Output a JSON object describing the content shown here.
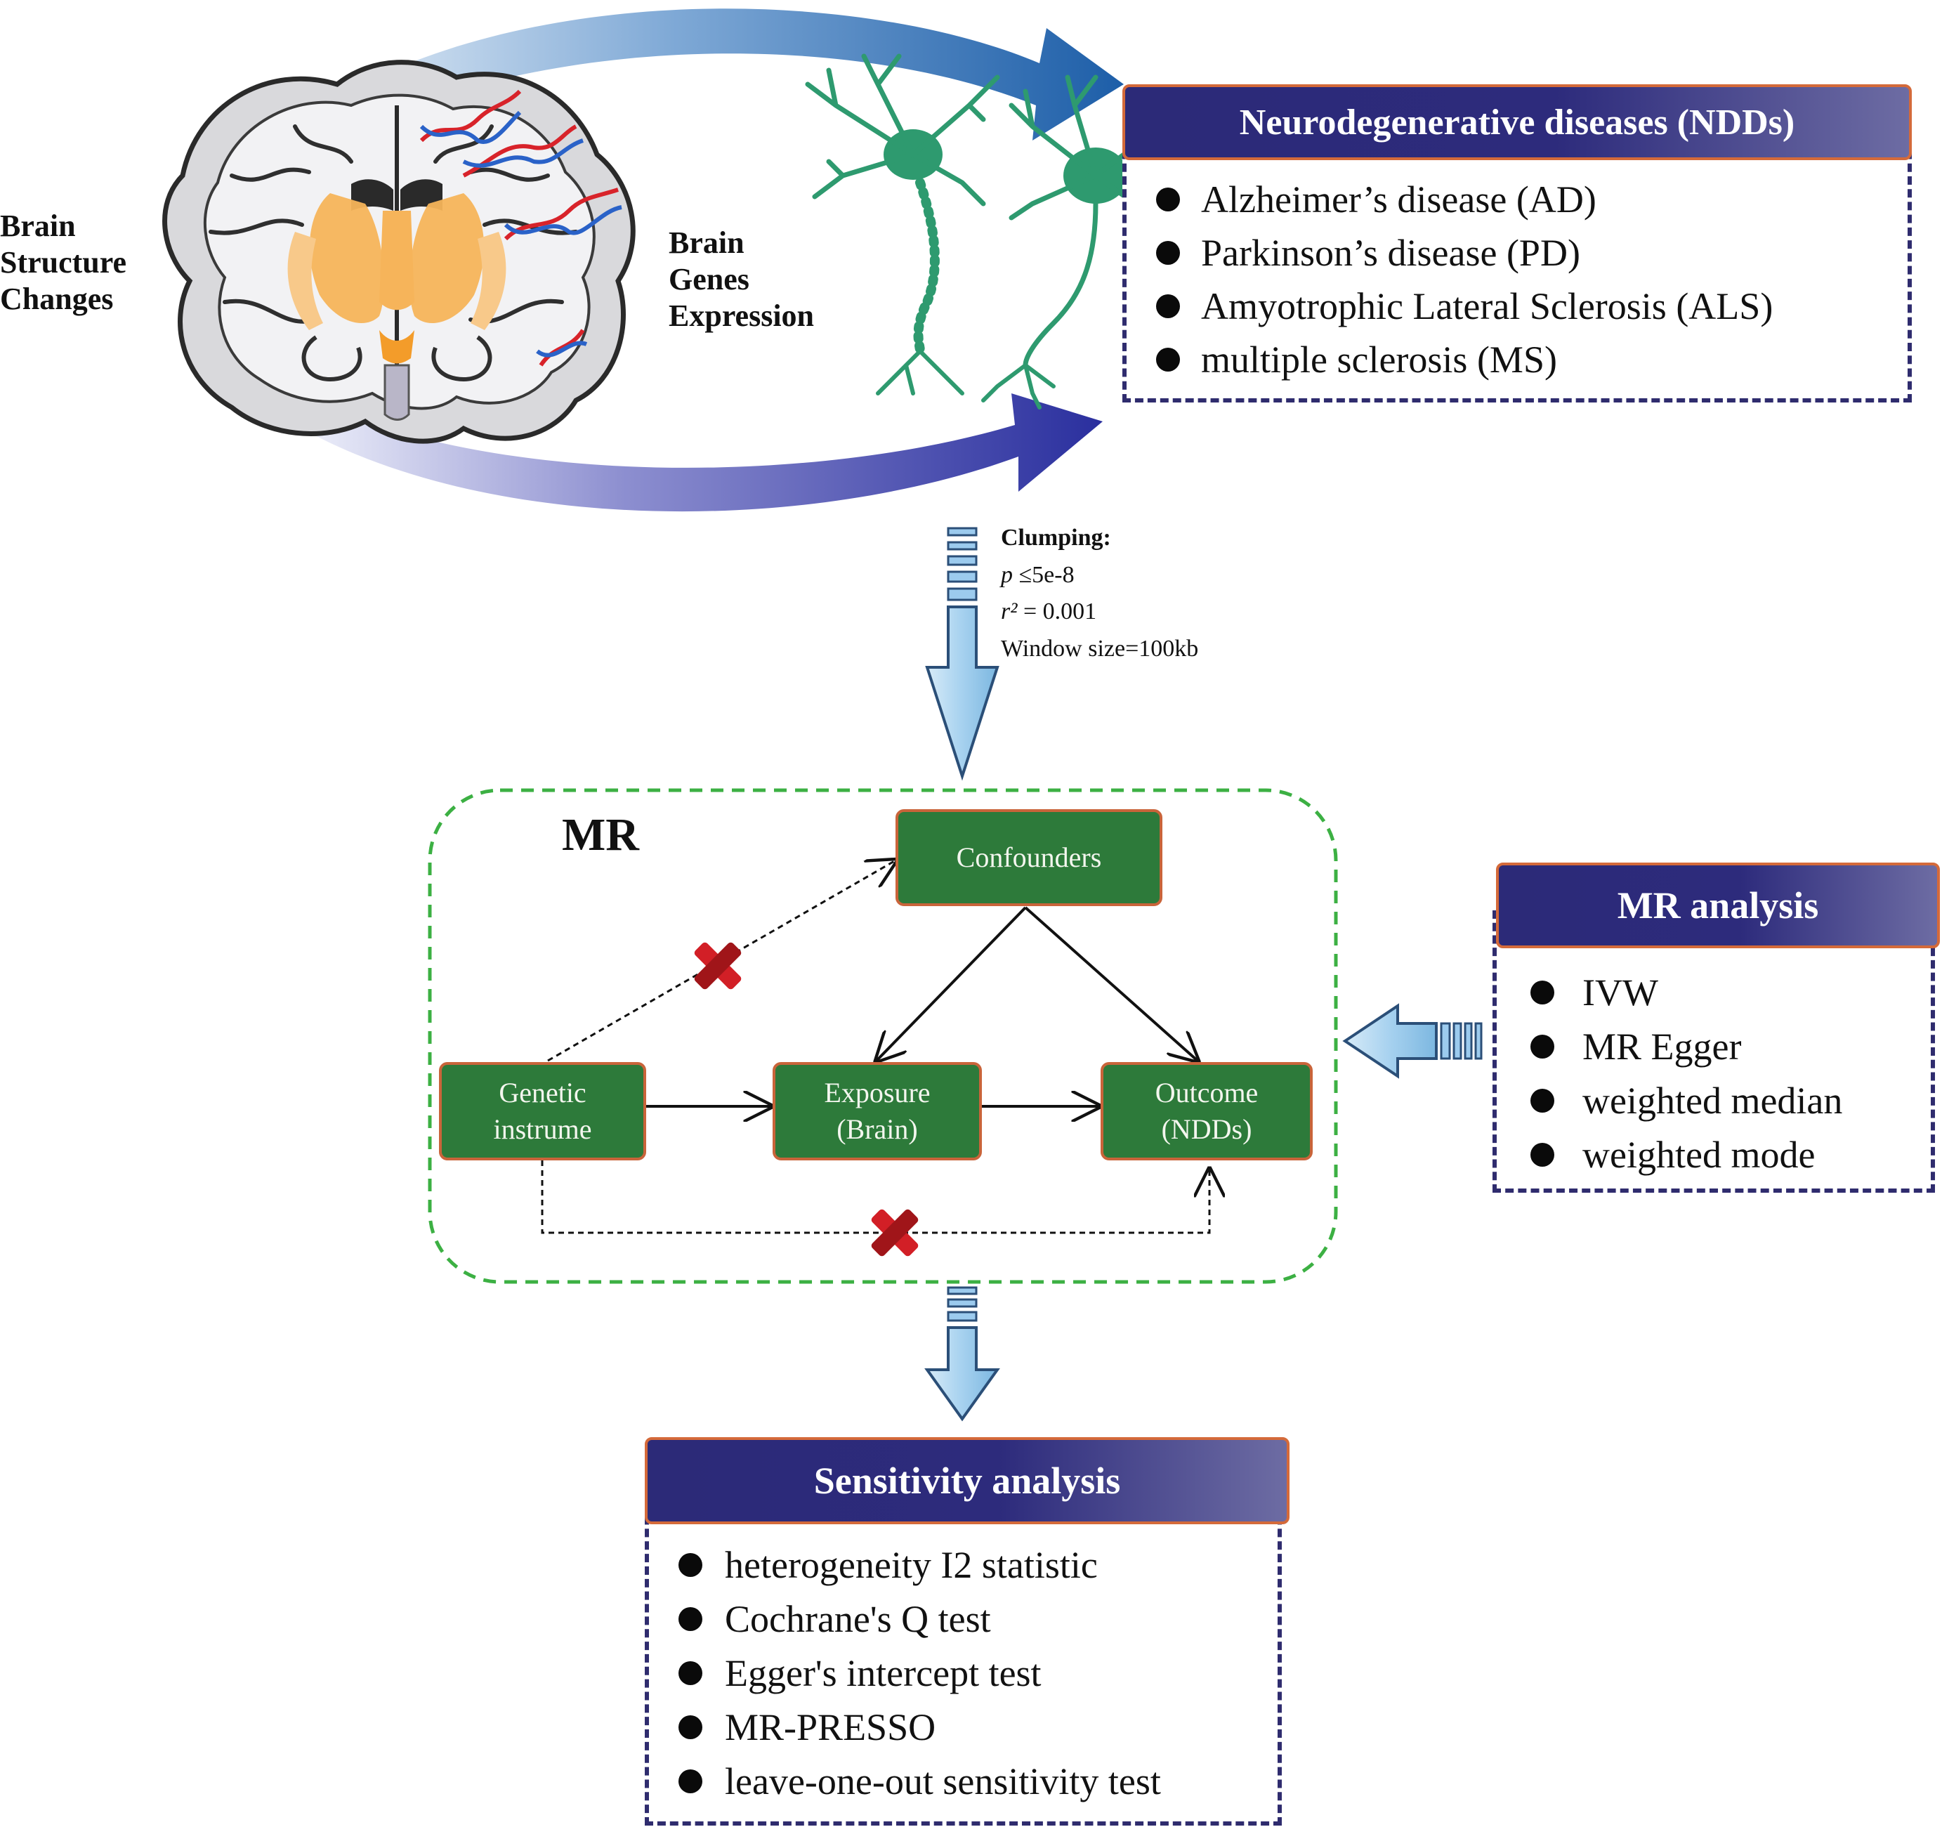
{
  "left_labels": {
    "brain_structure": [
      "Brain",
      "Structure",
      "Changes"
    ],
    "brain_genes": [
      "Brain",
      "Genes",
      "Expression"
    ]
  },
  "ndd_panel": {
    "title": "Neurodegenerative diseases (NDDs)",
    "items": [
      "Alzheimer’s disease (AD)",
      "Parkinson’s disease (PD)",
      "Amyotrophic Lateral  Sclerosis (ALS)",
      "multiple sclerosis (MS)"
    ]
  },
  "clumping": {
    "title": "Clumping:",
    "p_symbol": "p",
    "p_value": "≤5e-8",
    "r2_symbol": "r²",
    "r2_value": "= 0.001",
    "window": "Window size=100kb"
  },
  "mr_section": {
    "title": "MR",
    "confounders": "Confounders",
    "genetic": [
      "Genetic",
      "instrume"
    ],
    "exposure": [
      "Exposure",
      "(Brain)"
    ],
    "outcome": [
      "Outcome",
      "(NDDs)"
    ]
  },
  "mr_analysis": {
    "title": "MR analysis",
    "items": [
      "IVW",
      "MR Egger",
      "weighted median",
      "weighted mode"
    ]
  },
  "sensitivity": {
    "title": "Sensitivity analysis",
    "items": [
      "heterogeneity I2 statistic",
      "Cochrane's Q test",
      "Egger's intercept test",
      "MR-PRESSO",
      "leave-one-out sensitivity test"
    ]
  },
  "colors": {
    "header_navy": "#2c2a78",
    "box_green": "#2d7a3a",
    "box_border": "#c9643a",
    "dashed_green": "#3cb043",
    "arrow_light_blue": "#a8d3ee",
    "curved_arrow_blue": "#1f5fa8",
    "neuron_green": "#2e9a6f",
    "brain_orange": "#f7b45c",
    "dna_red": "#d8232a",
    "dna_blue": "#2a62c8",
    "cross_red": "#d21f26"
  }
}
